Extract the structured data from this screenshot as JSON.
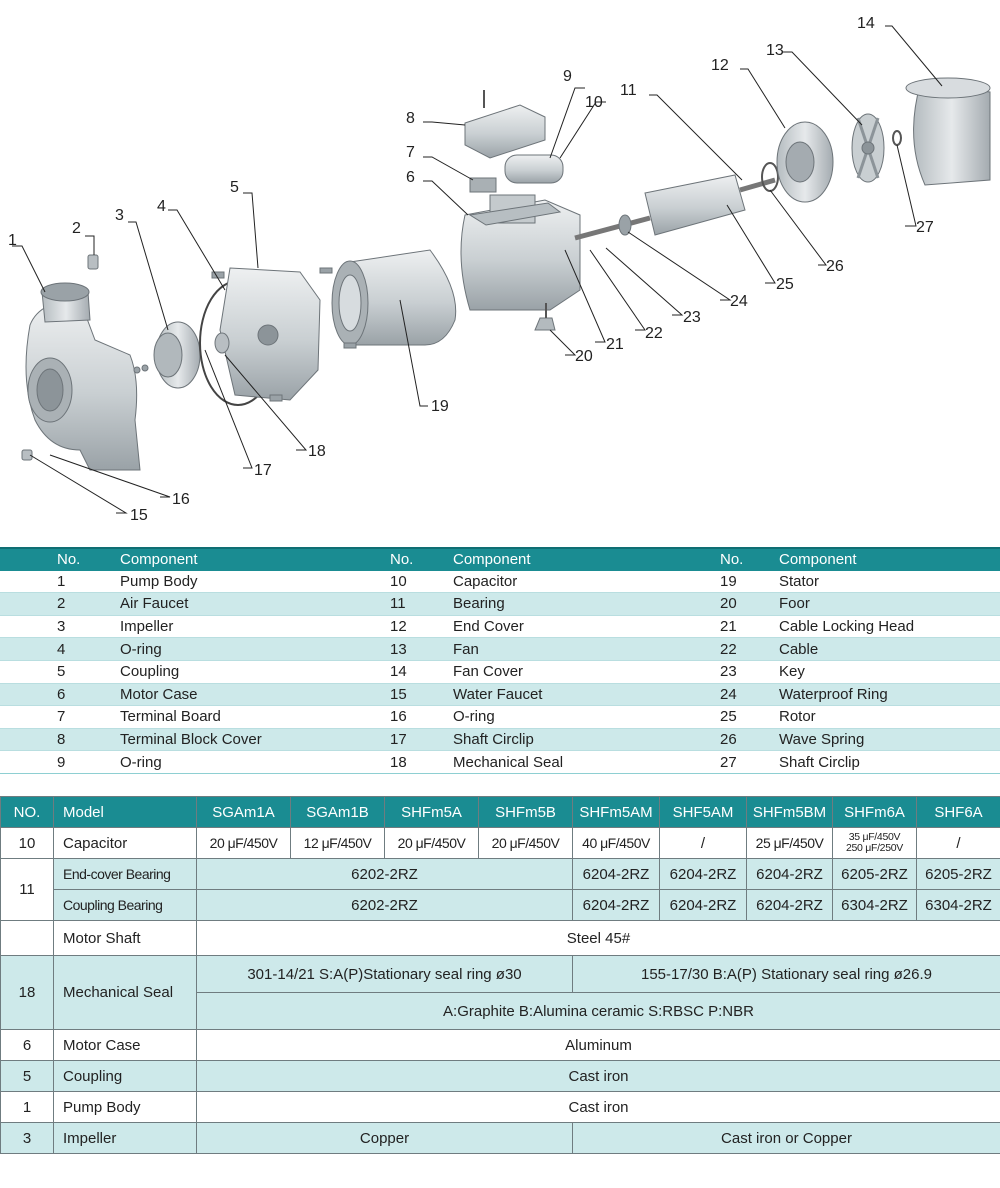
{
  "diagram": {
    "labels": [
      "1",
      "2",
      "3",
      "4",
      "5",
      "6",
      "7",
      "8",
      "9",
      "10",
      "11",
      "12",
      "13",
      "14",
      "15",
      "16",
      "17",
      "18",
      "19",
      "20",
      "21",
      "22",
      "23",
      "24",
      "25",
      "26",
      "27"
    ]
  },
  "components": {
    "headers": {
      "no": "No.",
      "component": "Component"
    },
    "rows": [
      [
        {
          "no": "1",
          "name": "Pump Body"
        },
        {
          "no": "10",
          "name": "Capacitor"
        },
        {
          "no": "19",
          "name": "Stator"
        }
      ],
      [
        {
          "no": "2",
          "name": "Air Faucet"
        },
        {
          "no": "11",
          "name": "Bearing"
        },
        {
          "no": "20",
          "name": "Foor"
        }
      ],
      [
        {
          "no": "3",
          "name": "Impeller"
        },
        {
          "no": "12",
          "name": "End Cover"
        },
        {
          "no": "21",
          "name": "Cable Locking Head"
        }
      ],
      [
        {
          "no": "4",
          "name": "O-ring"
        },
        {
          "no": "13",
          "name": "Fan"
        },
        {
          "no": "22",
          "name": "Cable"
        }
      ],
      [
        {
          "no": "5",
          "name": "Coupling"
        },
        {
          "no": "14",
          "name": "Fan Cover"
        },
        {
          "no": "23",
          "name": "Key"
        }
      ],
      [
        {
          "no": "6",
          "name": "Motor Case"
        },
        {
          "no": "15",
          "name": "Water Faucet"
        },
        {
          "no": "24",
          "name": "Waterproof Ring"
        }
      ],
      [
        {
          "no": "7",
          "name": "Terminal Board"
        },
        {
          "no": "16",
          "name": "O-ring"
        },
        {
          "no": "25",
          "name": "Rotor"
        }
      ],
      [
        {
          "no": "8",
          "name": "Terminal Block Cover"
        },
        {
          "no": "17",
          "name": "Shaft Circlip"
        },
        {
          "no": "26",
          "name": "Wave Spring"
        }
      ],
      [
        {
          "no": "9",
          "name": "O-ring"
        },
        {
          "no": "18",
          "name": "Mechanical Seal"
        },
        {
          "no": "27",
          "name": "Shaft Circlip"
        }
      ]
    ]
  },
  "spec": {
    "header": {
      "no": "NO.",
      "model": "Model",
      "models": [
        "SGAm1A",
        "SGAm1B",
        "SHFm5A",
        "SHFm5B",
        "SHFm5AM",
        "SHF5AM",
        "SHFm5BM",
        "SHFm6A",
        "SHF6A"
      ]
    },
    "capacitor": {
      "no": "10",
      "label": "Capacitor",
      "values": [
        "20 μF/450V",
        "12 μF/450V",
        "20 μF/450V",
        "20 μF/450V",
        "40 μF/450V",
        "/",
        "25 μF/450V",
        "35 μF/450V",
        "250 μF/250V",
        "/"
      ]
    },
    "bearing": {
      "no": "11",
      "end_cover": {
        "label": "End-cover Bearing",
        "merged": "6202-2RZ",
        "values": [
          "6204-2RZ",
          "6204-2RZ",
          "6204-2RZ",
          "6205-2RZ",
          "6205-2RZ"
        ]
      },
      "coupling": {
        "label": "Coupling Bearing",
        "merged": "6202-2RZ",
        "values": [
          "6204-2RZ",
          "6204-2RZ",
          "6204-2RZ",
          "6304-2RZ",
          "6304-2RZ"
        ]
      }
    },
    "motor_shaft": {
      "no": "",
      "label": "Motor Shaft",
      "value": "Steel 45#"
    },
    "seal": {
      "no": "18",
      "label": "Mechanical Seal",
      "left": "301-14/21 S:A(P)Stationary seal ring ø30",
      "right": "155-17/30 B:A(P) Stationary seal ring ø26.9",
      "materials": "A:Graphite  B:Alumina ceramic  S:RBSC  P:NBR"
    },
    "motor_case": {
      "no": "6",
      "label": "Motor Case",
      "value": "Aluminum"
    },
    "coupling": {
      "no": "5",
      "label": "Coupling",
      "value": "Cast iron"
    },
    "pump_body": {
      "no": "1",
      "label": "Pump Body",
      "value": "Cast iron"
    },
    "impeller": {
      "no": "3",
      "label": "Impeller",
      "left": "Copper",
      "right": "Cast iron  or Copper"
    }
  },
  "colors": {
    "header": "#1a8c92",
    "stripe": "#cde9ea",
    "part": "#d3d8db"
  }
}
